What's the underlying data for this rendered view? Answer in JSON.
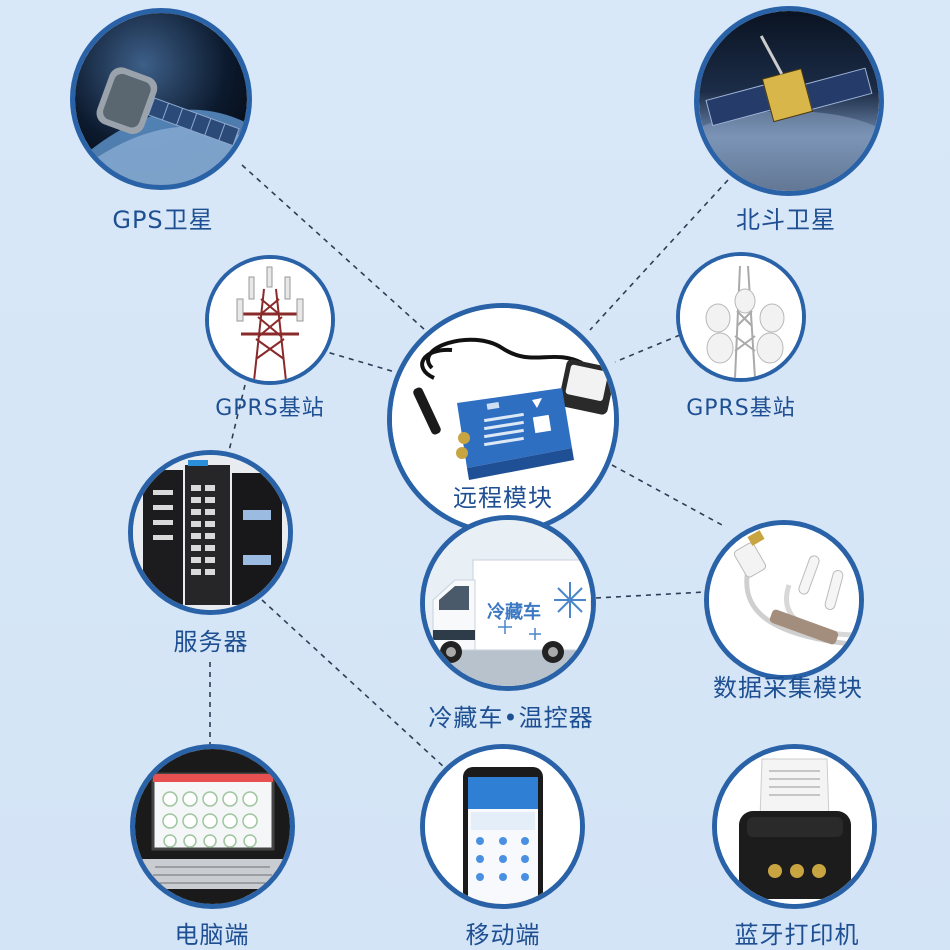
{
  "nodes": {
    "gps_satellite": "GPS卫星",
    "beidou_satellite": "北斗卫星",
    "gprs_station_left": "GPRS基站",
    "gprs_station_right": "GPRS基站",
    "remote_module": "远程模块",
    "server": "服务器",
    "reefer_truck": "冷藏车•温控器",
    "data_module": "数据采集模块",
    "computer": "电脑端",
    "mobile": "移动端",
    "bt_printer": "蓝牙打印机"
  },
  "truck_text": "冷藏车",
  "colors": {
    "accent": "#2a62a8",
    "background": "#d6e6f7",
    "label": "#1e4f92"
  }
}
